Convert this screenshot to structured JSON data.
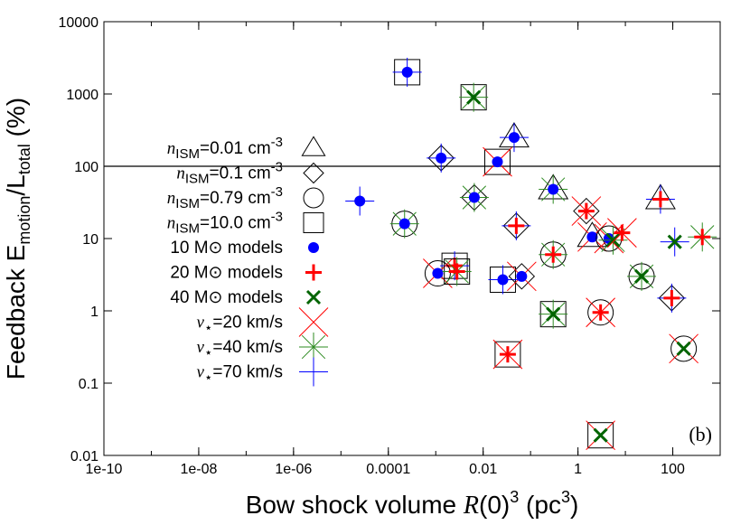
{
  "chart_data": {
    "type": "scatter",
    "title": "",
    "panel_label": "(b)",
    "xlabel": {
      "prefix": "Bow shock volume ",
      "var": "R",
      "mid": "(0)",
      "sup1": "3",
      "unit": " (pc",
      "sup2": "3",
      "close": ")"
    },
    "ylabel": {
      "base": "Feedback E",
      "sub1": "motion",
      "mid": "/L",
      "sub2": "total",
      "unit": " (%)"
    },
    "xscale": "log",
    "yscale": "log",
    "xlim": [
      1e-10,
      1000
    ],
    "ylim": [
      0.01,
      10000
    ],
    "x_ticks": [
      {
        "value": 1e-10,
        "label": "1e-10"
      },
      {
        "value": 1e-08,
        "label": "1e-08"
      },
      {
        "value": 1e-06,
        "label": "1e-06"
      },
      {
        "value": 0.0001,
        "label": "0.0001"
      },
      {
        "value": 0.01,
        "label": "0.01"
      },
      {
        "value": 1,
        "label": "1"
      },
      {
        "value": 100,
        "label": "100"
      }
    ],
    "y_ticks": [
      {
        "value": 0.01,
        "label": "0.01"
      },
      {
        "value": 0.1,
        "label": "0.1"
      },
      {
        "value": 1,
        "label": "1"
      },
      {
        "value": 10,
        "label": "10"
      },
      {
        "value": 100,
        "label": "100"
      },
      {
        "value": 1000,
        "label": "1000"
      },
      {
        "value": 10000,
        "label": "10000"
      }
    ],
    "reference_line_y": 100,
    "grid": false,
    "legend_position": "left",
    "legend": [
      {
        "kind": "density",
        "var": "n",
        "sub": "ISM",
        "text": "=0.01 cm",
        "sup": "-3",
        "marker": "triangle"
      },
      {
        "kind": "density",
        "var": "n",
        "sub": "ISM",
        "text": "=0.1   cm",
        "sup": "-3",
        "marker": "diamond"
      },
      {
        "kind": "density",
        "var": "n",
        "sub": "ISM",
        "text": "=0.79 cm",
        "sup": "-3",
        "marker": "circle"
      },
      {
        "kind": "density",
        "var": "n",
        "sub": "ISM",
        "text": "=10.0 cm",
        "sup": "-3",
        "marker": "square"
      },
      {
        "kind": "mass",
        "text": "10 M⊙ models",
        "marker": "dot",
        "color": "#0000ff"
      },
      {
        "kind": "mass",
        "text": "20 M⊙ models",
        "marker": "plus",
        "color": "#ff0000"
      },
      {
        "kind": "mass",
        "text": "40 M⊙ models",
        "marker": "cross",
        "color": "#006400"
      },
      {
        "kind": "speed",
        "var": "v",
        "sub": "⋆",
        "text": "=20 km/s",
        "marker": "x",
        "color": "#ff0000"
      },
      {
        "kind": "speed",
        "var": "v",
        "sub": "⋆",
        "text": "=40 km/s",
        "marker": "asterisk",
        "color": "#2e8b22"
      },
      {
        "kind": "speed",
        "var": "v",
        "sub": "⋆",
        "text": "=70 km/s",
        "marker": "plus_thin",
        "color": "#0000ff"
      }
    ],
    "colors": {
      "m10": "#0000ff",
      "m20": "#ff0000",
      "m40": "#006400",
      "v20": "#ff0000",
      "v40": "#2e8b22",
      "v70": "#0000ff",
      "ref": "#000000"
    },
    "points": [
      {
        "x": 0.00025,
        "y": 2000,
        "mass": 10,
        "density": "square",
        "speed": 70
      },
      {
        "x": 0.0063,
        "y": 900,
        "mass": 40,
        "density": "square",
        "speed": 40
      },
      {
        "x": 0.045,
        "y": 250,
        "mass": 10,
        "density": "triangle",
        "speed": 70
      },
      {
        "x": 0.0013,
        "y": 130,
        "mass": 10,
        "density": "diamond",
        "speed": 70
      },
      {
        "x": 0.02,
        "y": 115,
        "mass": 10,
        "density": "square",
        "speed": 20
      },
      {
        "x": 0.0065,
        "y": 37,
        "mass": 10,
        "density": "diamond",
        "speed": 40
      },
      {
        "x": 0.3,
        "y": 48,
        "mass": 10,
        "density": "triangle",
        "speed": 40
      },
      {
        "x": 2.5e-05,
        "y": 33,
        "mass": 10,
        "density": "none",
        "speed": 70
      },
      {
        "x": 0.00022,
        "y": 16,
        "mass": 10,
        "density": "circle",
        "speed": 40
      },
      {
        "x": 0.05,
        "y": 15,
        "mass": 20,
        "density": "diamond",
        "speed": 70
      },
      {
        "x": 1.5,
        "y": 24,
        "mass": 20,
        "density": "diamond",
        "speed": 20
      },
      {
        "x": 55,
        "y": 35,
        "mass": 20,
        "density": "triangle",
        "speed": 70
      },
      {
        "x": 2.0,
        "y": 10.5,
        "mass": 10,
        "density": "triangle",
        "speed": 20
      },
      {
        "x": 4.5,
        "y": 10,
        "mass": 10,
        "density": "circle",
        "speed": 20
      },
      {
        "x": 5.5,
        "y": 9.5,
        "mass": 40,
        "density": "none",
        "speed": 40
      },
      {
        "x": 8.5,
        "y": 12,
        "mass": 20,
        "density": "none",
        "speed": 20
      },
      {
        "x": 110,
        "y": 9,
        "mass": 40,
        "density": "none",
        "speed": 70
      },
      {
        "x": 420,
        "y": 10.5,
        "mass": 20,
        "density": "none",
        "speed": 40
      },
      {
        "x": 0.3,
        "y": 6,
        "mass": 20,
        "density": "circle",
        "speed": 40
      },
      {
        "x": 0.0025,
        "y": 4.2,
        "mass": 20,
        "density": "square",
        "speed": 70
      },
      {
        "x": 0.0011,
        "y": 3.3,
        "mass": 10,
        "density": "circle",
        "speed": 20
      },
      {
        "x": 0.0028,
        "y": 3.5,
        "mass": 20,
        "density": "square",
        "speed": 40
      },
      {
        "x": 0.026,
        "y": 2.7,
        "mass": 10,
        "density": "square",
        "speed": 70
      },
      {
        "x": 0.065,
        "y": 3,
        "mass": 10,
        "density": "diamond",
        "speed": 20
      },
      {
        "x": 22,
        "y": 3,
        "mass": 40,
        "density": "circle",
        "speed": 40
      },
      {
        "x": 0.3,
        "y": 0.9,
        "mass": 40,
        "density": "square",
        "speed": 40
      },
      {
        "x": 3.0,
        "y": 0.95,
        "mass": 20,
        "density": "circle",
        "speed": 20
      },
      {
        "x": 95,
        "y": 1.5,
        "mass": 20,
        "density": "diamond",
        "speed": 70
      },
      {
        "x": 0.033,
        "y": 0.25,
        "mass": 20,
        "density": "square",
        "speed": 20
      },
      {
        "x": 170,
        "y": 0.3,
        "mass": 40,
        "density": "circle",
        "speed": 20
      },
      {
        "x": 3.0,
        "y": 0.019,
        "mass": 40,
        "density": "square",
        "speed": 20
      }
    ]
  }
}
